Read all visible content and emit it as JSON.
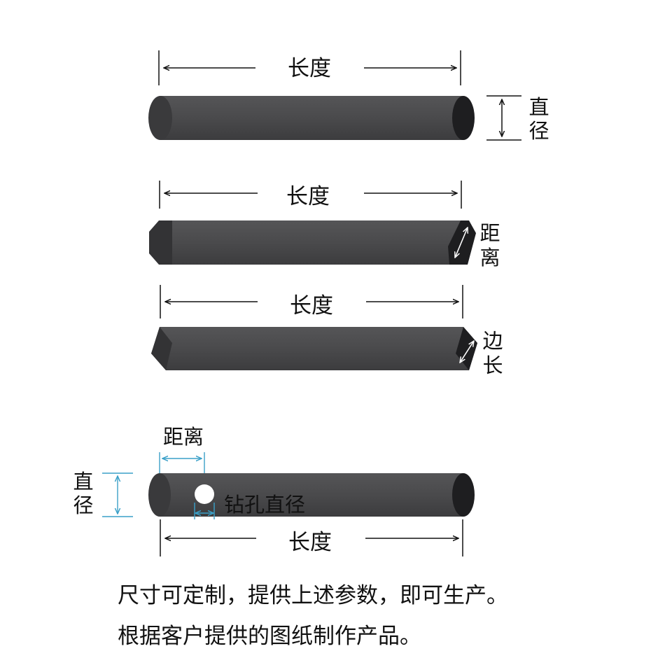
{
  "labels": {
    "length": "长度",
    "diameter": "直径",
    "distance": "距离",
    "side_length": "边长",
    "drill_hole_diameter": "钻孔直径"
  },
  "notes": [
    "尺寸可定制，提供上述参数，即可生产。",
    "根据客户提供的图纸制作产品。"
  ],
  "colors": {
    "rod_body": "#4a4a4c",
    "rod_end": "#1e1e20",
    "dimension_line": "#111111",
    "hole_dimension_line": "#3aa0c8",
    "hole": "#ffffff"
  }
}
